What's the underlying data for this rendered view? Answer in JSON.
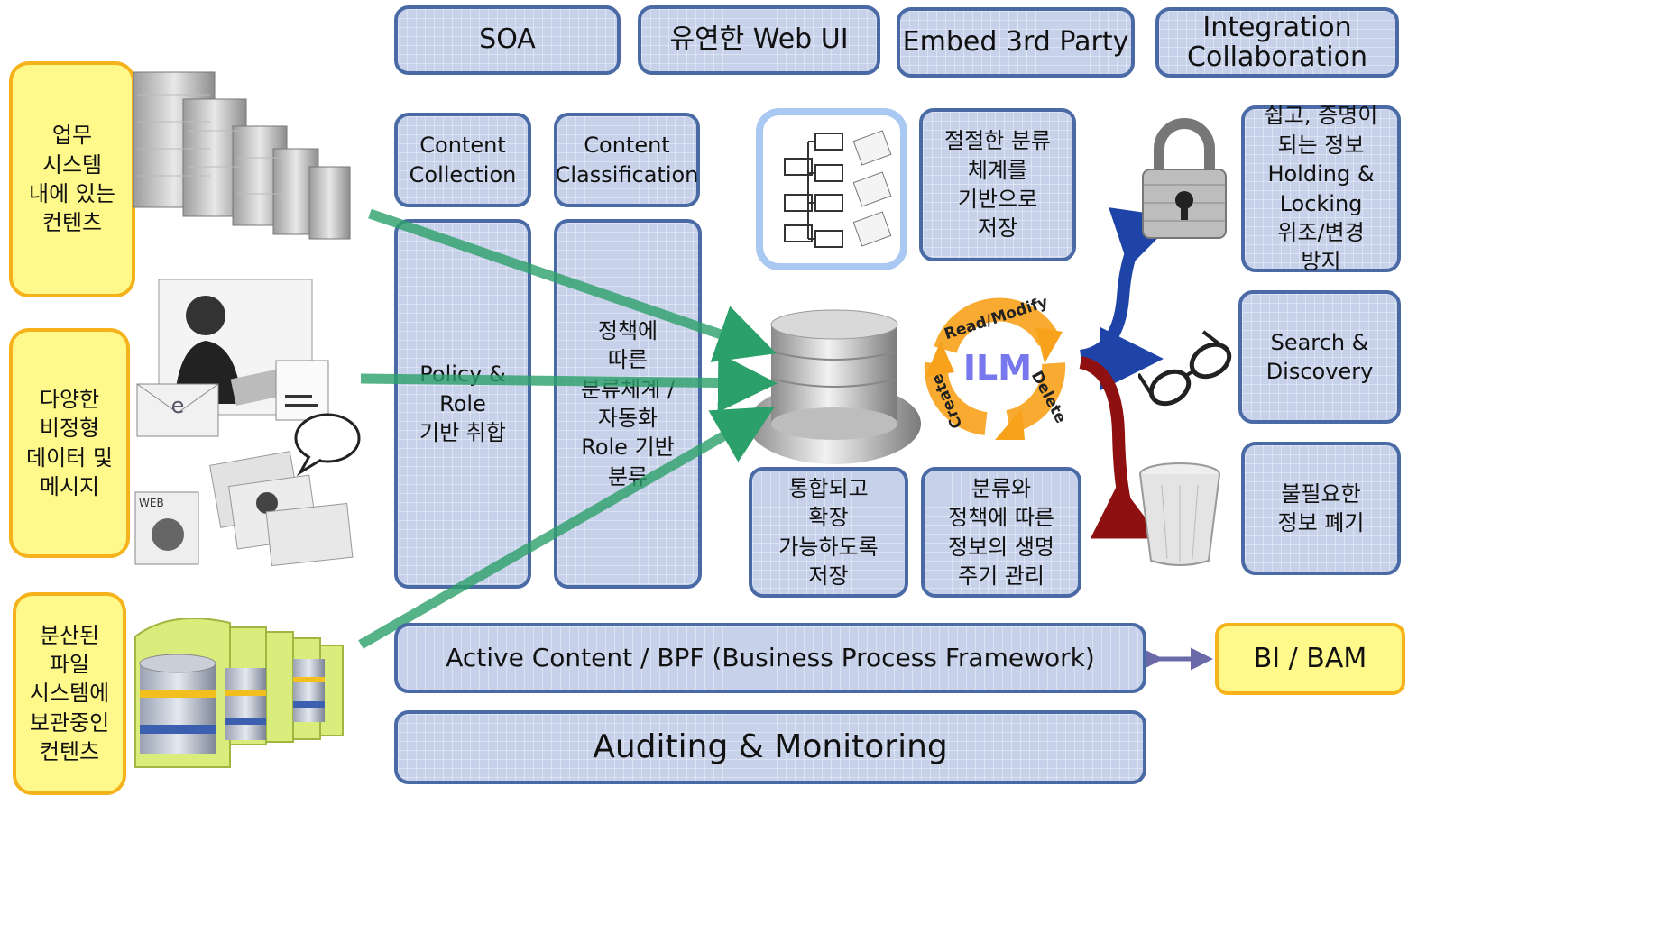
{
  "top_boxes": {
    "soa": "SOA",
    "web_ui": "유연한 Web UI",
    "embed": "Embed 3rd Party",
    "integration": "Integration\nCollaboration"
  },
  "sources": {
    "business_content": "업무\n시스템\n내에 있는\n컨텐츠",
    "unstructured": "다양한\n비정형\n데이터 및\n메시지",
    "distributed": "분산된\n파일\n시스템에\n보관중인\n컨텐츠",
    "web_icon_label": "WEB"
  },
  "columns": {
    "collection_title": "Content\nCollection",
    "classification_title": "Content\nClassification",
    "policy_text": "Policy &\nRole\n기반 취합",
    "classification_text": "정책에\n따른\n분류체계 /\n자동화\nRole 기반\n분류"
  },
  "center": {
    "taxonomy_storage": "절절한 분류\n체계를\n기반으로\n저장",
    "integrated_storage": "통합되고\n확장\n가능하도록\n저장",
    "lifecycle": "분류와\n정책에 따른\n정보의 생명\n주기 관리"
  },
  "ilm": {
    "label": "ILM",
    "read_modify": "Read/Modify",
    "delete": "Delete",
    "create": "Create"
  },
  "outputs": {
    "holding": "쉽고, 증명이\n되는 정보\nHolding &\nLocking\n위조/변경\n방지",
    "search": "Search &\nDiscovery",
    "disposal": "불필요한\n정보 폐기"
  },
  "bottom": {
    "bpf": "Active Content / BPF (Business Process Framework)",
    "bi_bam": "BI / BAM",
    "auditing": "Auditing & Monitoring"
  },
  "colors": {
    "box_fill": "#c7d2ea",
    "box_border": "#4a6aa6",
    "source_fill": "#fff88a",
    "source_border": "#f5b21a",
    "arrow_green": "#2ca06a",
    "arrow_blue": "#1f44a8",
    "arrow_red": "#8e1010",
    "ilm_orange": "#f7a21a",
    "ilm_text": "#7777ee"
  }
}
